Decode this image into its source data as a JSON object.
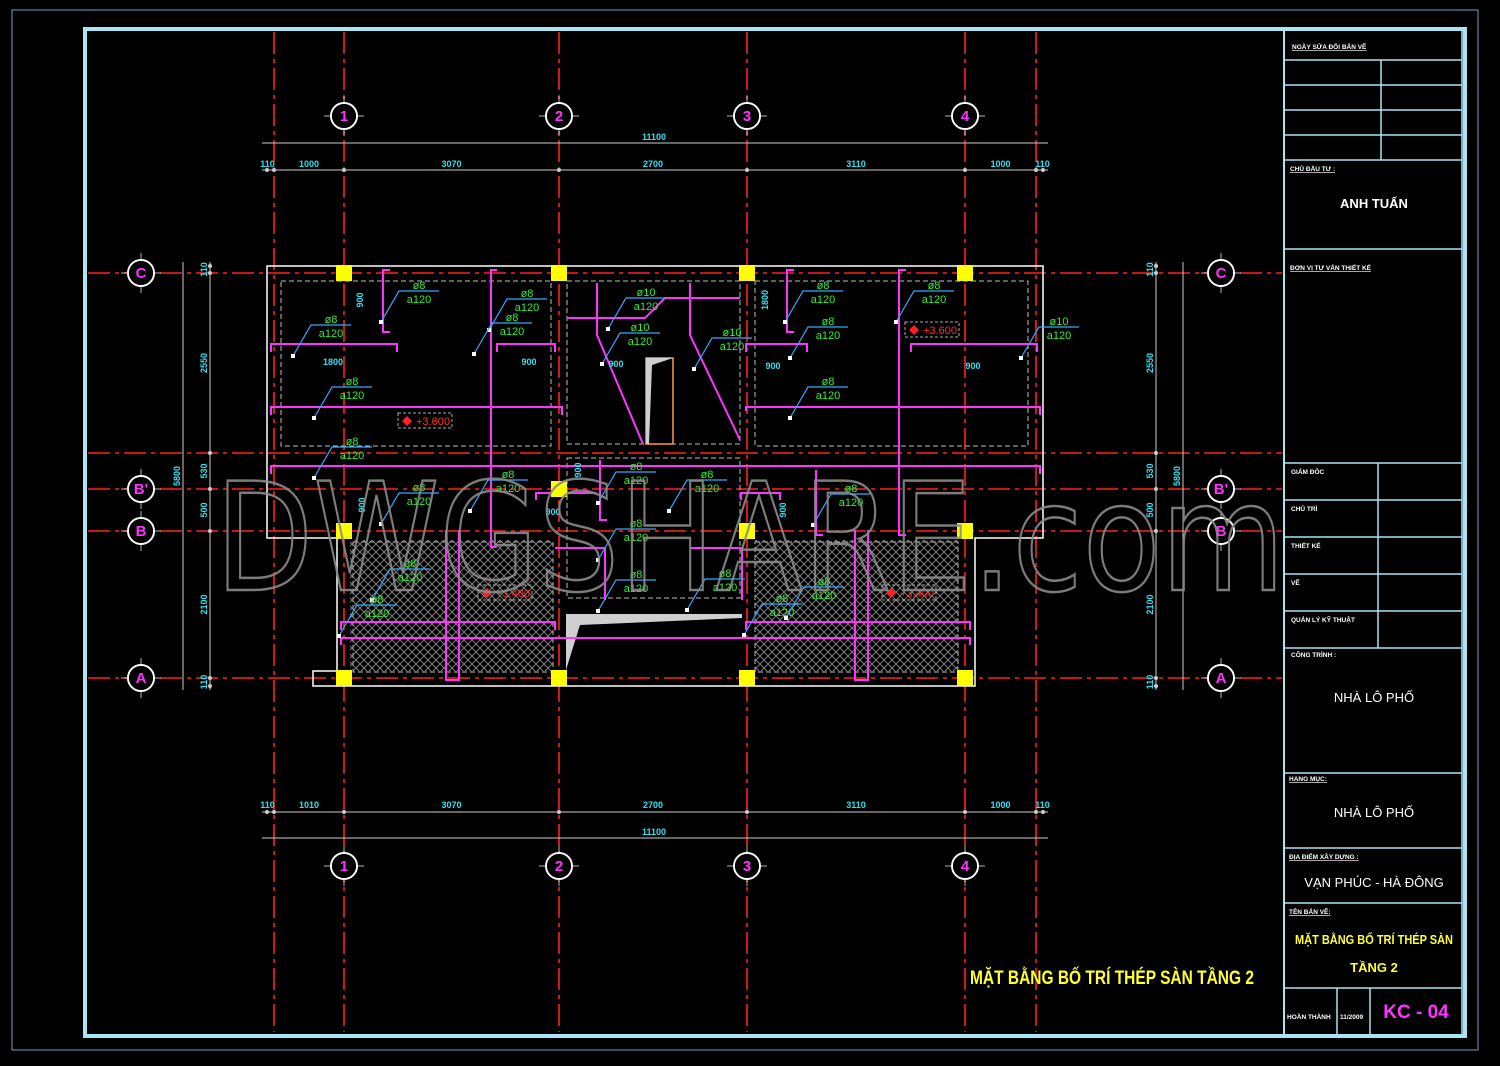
{
  "drawing": {
    "title": "MẶT BẰNG BỐ TRÍ THÉP SÀN TẦNG 2",
    "watermark": "DWGSHARE.com",
    "colors": {
      "frame": "#a8e4f4",
      "grid": "#ff2020",
      "rebar": "#ff33ff",
      "column": "#ffff00",
      "label": "#33ee33",
      "leader": "#33aaff",
      "dimension": "#33e0f0",
      "outline": "#ffffff"
    }
  },
  "grid": {
    "columns": [
      "1",
      "2",
      "3",
      "4"
    ],
    "rows": [
      "C",
      "B'",
      "B",
      "A"
    ]
  },
  "dimensions": {
    "top_total": "11100",
    "top_segments": [
      "110",
      "1000",
      "3070",
      "2700",
      "3110",
      "1000",
      "110"
    ],
    "bottom_total": "11100",
    "bottom_segments": [
      "110",
      "1010",
      "3070",
      "2700",
      "3110",
      "1000",
      "110"
    ],
    "left_total": "5800",
    "left_segments": [
      "110",
      "2550",
      "530",
      "500",
      "2100",
      "110"
    ],
    "right_total": "5800",
    "right_segments": [
      "110",
      "2550",
      "530",
      "500",
      "2100",
      "110"
    ],
    "interior": [
      "900",
      "1800",
      "900",
      "900",
      "900",
      "1800",
      "900",
      "900",
      "900",
      "900",
      "900"
    ]
  },
  "rebar_labels": [
    {
      "dia": "ø8",
      "spacing": "a120"
    },
    {
      "dia": "ø8",
      "spacing": "a120"
    },
    {
      "dia": "ø8",
      "spacing": "a120"
    },
    {
      "dia": "ø8",
      "spacing": "a120"
    },
    {
      "dia": "ø8",
      "spacing": "a120"
    },
    {
      "dia": "ø8",
      "spacing": "a120"
    },
    {
      "dia": "ø10",
      "spacing": "a120"
    },
    {
      "dia": "ø10",
      "spacing": "a120"
    },
    {
      "dia": "ø10",
      "spacing": "a120"
    },
    {
      "dia": "ø8",
      "spacing": "a120"
    },
    {
      "dia": "ø8",
      "spacing": "a120"
    },
    {
      "dia": "ø8",
      "spacing": "a120"
    },
    {
      "dia": "ø8",
      "spacing": "a120"
    },
    {
      "dia": "ø10",
      "spacing": "a120"
    },
    {
      "dia": "ø8",
      "spacing": "a120"
    },
    {
      "dia": "ø8",
      "spacing": "a120"
    },
    {
      "dia": "ø8",
      "spacing": "a120"
    },
    {
      "dia": "ø8",
      "spacing": "a120"
    },
    {
      "dia": "ø8",
      "spacing": "a120"
    },
    {
      "dia": "ø8",
      "spacing": "a120"
    },
    {
      "dia": "ø8",
      "spacing": "a120"
    },
    {
      "dia": "ø8",
      "spacing": "a120"
    },
    {
      "dia": "ø8",
      "spacing": "a120"
    },
    {
      "dia": "ø8",
      "spacing": "a120"
    },
    {
      "dia": "ø8",
      "spacing": "a120"
    },
    {
      "dia": "ø8",
      "spacing": "a120"
    }
  ],
  "elevations": [
    "+3.600",
    "+3.600",
    "+3.400",
    "+3.400"
  ],
  "title_block": {
    "revision_header": "NGÀY SỬA ĐỔI BẢN VẼ",
    "owner_label": "CHỦ ĐẦU TƯ :",
    "owner": "ANH TUẤN",
    "consultant_label": "ĐƠN VỊ TƯ VẤN THIẾT KẾ",
    "roles": [
      "GIÁM ĐỐC",
      "CHỦ TRÌ",
      "THIẾT KẾ",
      "VẼ",
      "QUẢN LÝ KỸ THUẬT"
    ],
    "project_label": "CÔNG TRÌNH :",
    "project": "NHÀ LÔ PHỐ",
    "item_label": "HẠNG MỤC:",
    "item": "NHÀ LÔ PHỐ",
    "location_label": "ĐỊA ĐIỂM XÂY DỰNG :",
    "location": "VẠN PHÚC - HÀ ĐÔNG",
    "drawing_name_label": "TÊN BẢN VẼ:",
    "drawing_name_line1": "MẶT BẰNG BỐ TRÍ THÉP SÀN",
    "drawing_name_line2": "TẦNG 2",
    "completed_label": "HOÀN THÀNH",
    "completed_date": "11/2009",
    "sheet_number": "KC - 04"
  }
}
